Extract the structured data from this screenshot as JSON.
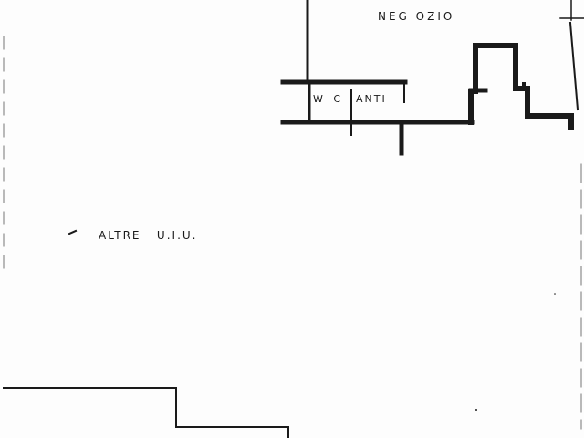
{
  "plan": {
    "rooms": {
      "negozio": "NEG OZIO",
      "wc": "W C",
      "anti": "ANTI",
      "altre": "ALTRE   U.I.U."
    },
    "colors": {
      "ink": "#1a1a1a",
      "paper": "#fdfdfd"
    }
  }
}
